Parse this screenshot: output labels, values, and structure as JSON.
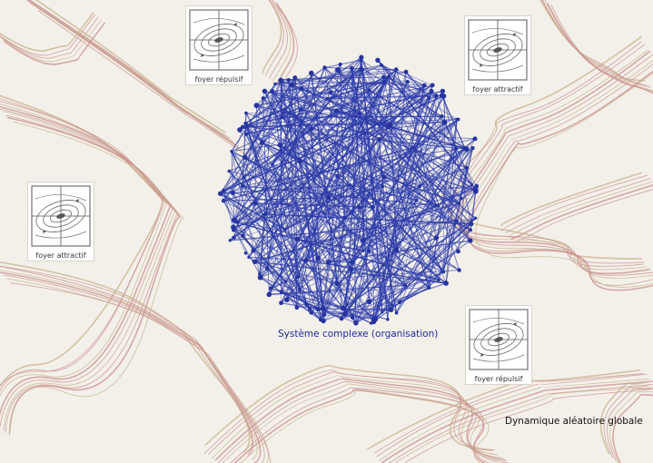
{
  "colors": {
    "background": "#f3f0ea",
    "flow_lines": "#c9908f",
    "flow_lines_faint": "#c8b38c",
    "network": "#2b3aa8",
    "network_node": "#2634a0",
    "system_caption": "#1f2a9a",
    "global_caption": "#111111"
  },
  "panels": [
    {
      "id": "top-left",
      "label": "foyer répulsif"
    },
    {
      "id": "top-right",
      "label": "foyer attractif"
    },
    {
      "id": "mid-left",
      "label": "foyer attractif"
    },
    {
      "id": "bottom-right",
      "label": "foyer répulsif"
    }
  ],
  "captions": {
    "system": "Système complexe (organisation)",
    "global_dynamics": "Dynamique aléatoire globale"
  }
}
